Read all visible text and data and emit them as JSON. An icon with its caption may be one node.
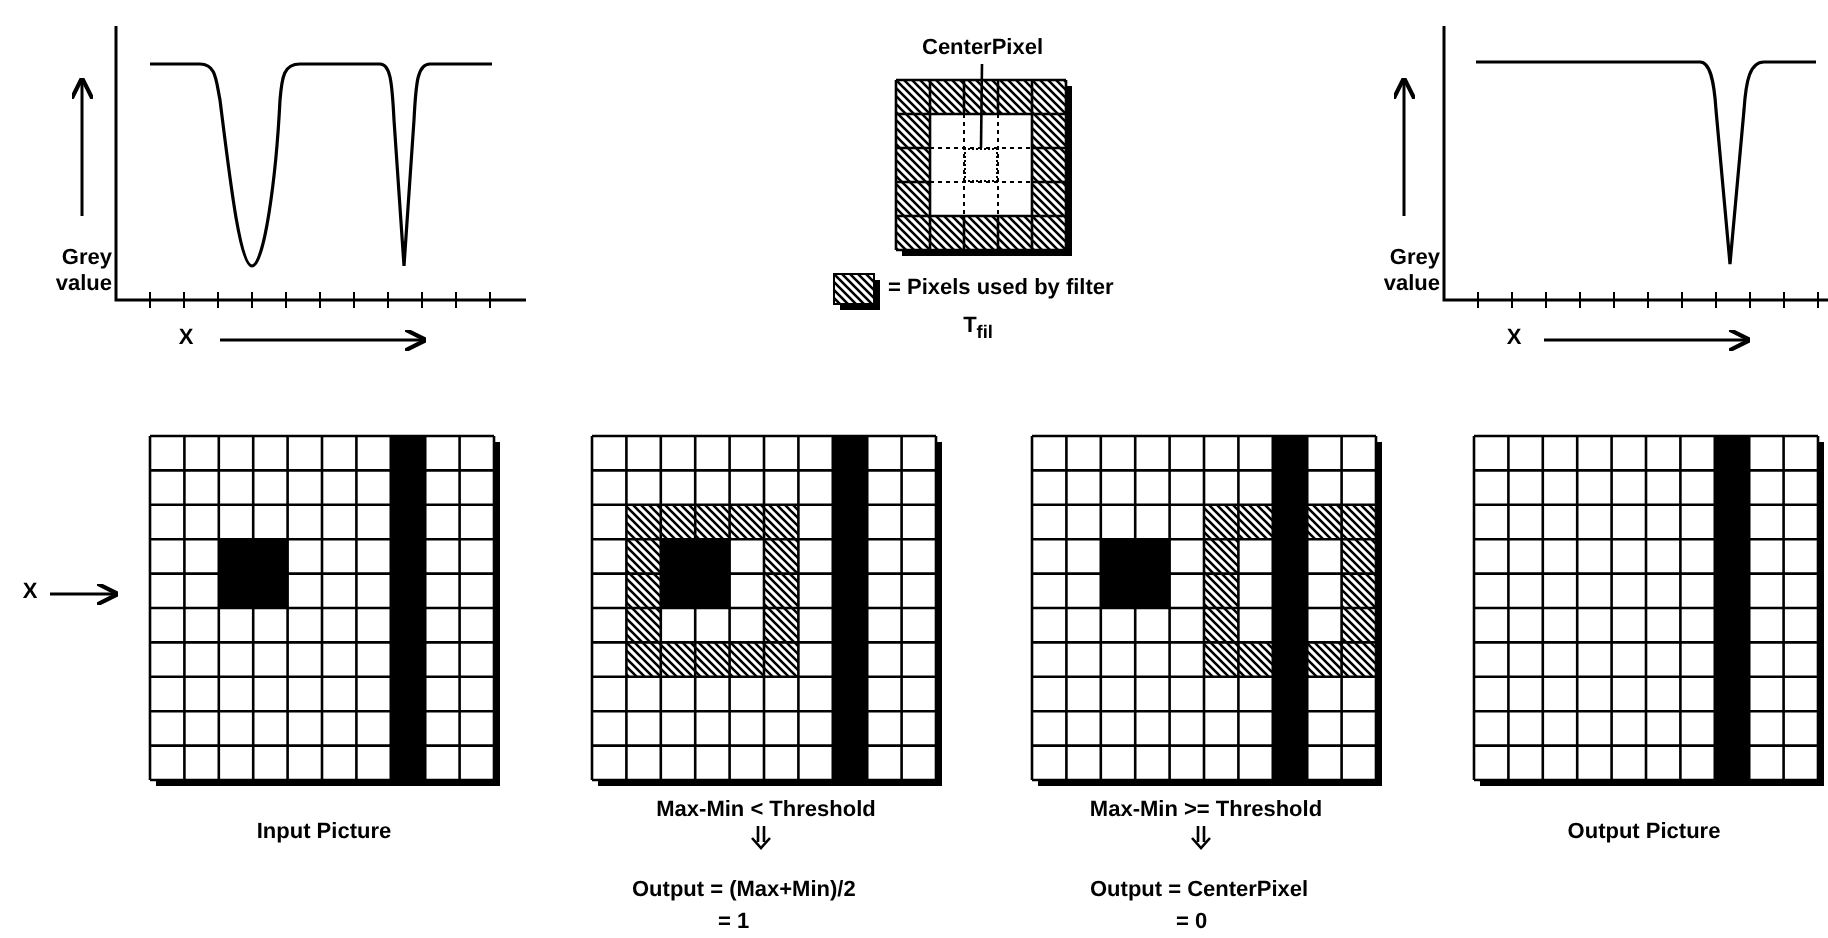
{
  "diagram": {
    "nodes": [
      {
        "text": [
          "CenterPixel"
        ]
      },
      {
        "text": [],
        "shape": "box"
      }
    ],
    "edges": [
      {
        "from": 0,
        "to": 1,
        "arrow": "none"
      }
    ],
    "labels": [
      "Grey value",
      "X",
      "T$_{fil}$",
      "Grey value",
      "X",
      "X",
      "Input Picture",
      "Max-Min < Threshold",
      "Output = (Max+Min)/2",
      "= 1",
      "Max-Min >= Threshold",
      "Output = CenterPixel",
      "= 0",
      "Output Picture"
    ],
    "legend": [
      {
        "text": "= Pixels used by filter"
      }
    ]
  }
}
